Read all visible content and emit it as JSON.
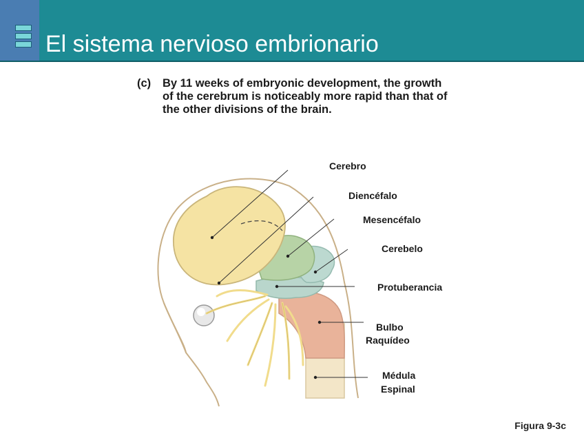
{
  "header": {
    "title": "El sistema nervioso embrionario",
    "logo_icon": "stacked-bars-icon",
    "background_color": "#1d8b94",
    "logo_color": "#4a7db2"
  },
  "caption": {
    "letter": "(c)",
    "text": "By 11 weeks of embryonic development, the growth of the cerebrum is noticeably more rapid than that of the other divisions of the brain."
  },
  "labels": {
    "cerebro": "Cerebro",
    "diencefalo": "Diencéfalo",
    "mesencefalo": "Mesencéfalo",
    "cerebelo": "Cerebelo",
    "protuberancia": "Protuberancia",
    "bulbo_1": "Bulbo",
    "bulbo_2": "Raquídeo",
    "medula_1": "Médula",
    "medula_2": "Espinal"
  },
  "colors": {
    "cerebrum": "#f5e3a3",
    "midbrain": "#b7d3a6",
    "pons": "#b9d6cc",
    "medulla": "#e9b39a",
    "spinal_cord": "#f3e6c8",
    "nerves": "#f1dc8c"
  },
  "footer": {
    "figure": "Figura 9-3c"
  }
}
